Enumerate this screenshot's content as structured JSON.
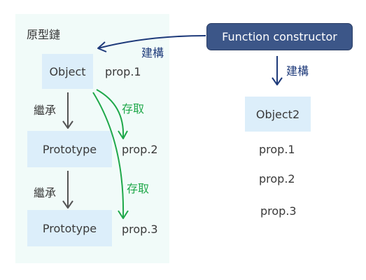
{
  "diagram": {
    "panel_title": "原型鏈",
    "function_label": "Function constructor",
    "object_label": "Object",
    "prototype1_label": "Prototype",
    "prototype2_label": "Prototype",
    "object2_label": "Object2",
    "build_label_left": "建構",
    "build_label_down": "建構",
    "inherit_label_1": "繼承",
    "inherit_label_2": "繼承",
    "access_label_1": "存取",
    "access_label_2": "存取",
    "left_props": [
      "prop.1",
      "prop.2",
      "prop.3"
    ],
    "right_props": [
      "prop.1",
      "prop.2",
      "prop.3"
    ]
  },
  "colors": {
    "navy": "#3c5688",
    "navy_arrow": "#1e3a7a",
    "green": "#1fa84a",
    "gray_arrow": "#555555",
    "box_fill": "#dceefa",
    "panel_fill": "#f1fbf9"
  }
}
